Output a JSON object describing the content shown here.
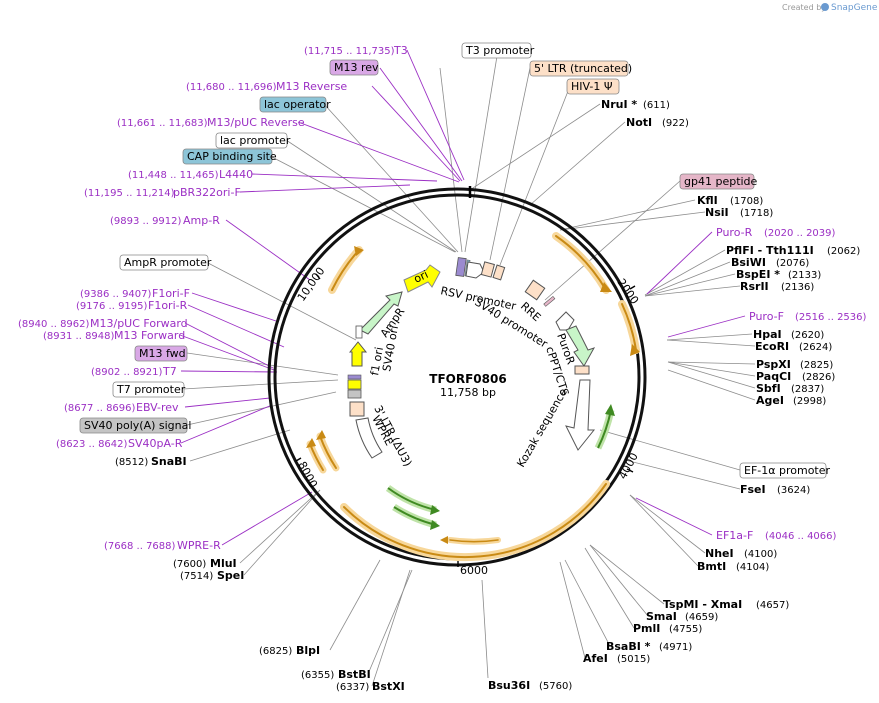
{
  "credit": {
    "created_by": "Created by",
    "brand": "SnapGene"
  },
  "map": {
    "name": "TFORF0806",
    "size": "11,758 bp"
  },
  "ticks": [
    "2000",
    "4000",
    "6000",
    "8000",
    "10,000"
  ],
  "enzymes": [
    {
      "name": "NruI *",
      "pos": "(611)"
    },
    {
      "name": "NotI",
      "pos": "(922)"
    },
    {
      "name": "KflI",
      "pos": "(1708)"
    },
    {
      "name": "NsiI",
      "pos": "(1718)"
    },
    {
      "name": "PflFI  - Tth111I",
      "pos": "(2062)"
    },
    {
      "name": "BsiWI",
      "pos": "(2076)"
    },
    {
      "name": "BspEI *",
      "pos": "(2133)"
    },
    {
      "name": "RsrII",
      "pos": "(2136)"
    },
    {
      "name": "HpaI",
      "pos": "(2620)"
    },
    {
      "name": "EcoRI",
      "pos": "(2624)"
    },
    {
      "name": "PspXI",
      "pos": "(2825)"
    },
    {
      "name": "PaqCI",
      "pos": "(2826)"
    },
    {
      "name": "SbfI",
      "pos": "(2837)"
    },
    {
      "name": "AgeI",
      "pos": "(2998)"
    },
    {
      "name": "FseI",
      "pos": "(3624)"
    },
    {
      "name": "NheI",
      "pos": "(4100)"
    },
    {
      "name": "BmtI",
      "pos": "(4104)"
    },
    {
      "name": "TspMI  - XmaI",
      "pos": "(4657)"
    },
    {
      "name": "SmaI",
      "pos": "(4659)"
    },
    {
      "name": "PmlI",
      "pos": "(4755)"
    },
    {
      "name": "BsaBI *",
      "pos": "(4971)"
    },
    {
      "name": "AfeI",
      "pos": "(5015)"
    },
    {
      "name": "Bsu36I",
      "pos": "(5760)"
    },
    {
      "name": "BstXI",
      "pos": "(6337)"
    },
    {
      "name": "BstBI",
      "pos": "(6355)"
    },
    {
      "name": "BlpI",
      "pos": "(6825)"
    },
    {
      "name": "SpeI",
      "pos": "(7514)"
    },
    {
      "name": "MluI",
      "pos": "(7600)"
    },
    {
      "name": "SnaBI",
      "pos": "(8512)"
    }
  ],
  "primers": [
    {
      "name": "T3",
      "range": "(11,715 .. 11,735)"
    },
    {
      "name": "M13 Reverse",
      "range": "(11,680 .. 11,696)"
    },
    {
      "name": "M13/pUC Reverse",
      "range": "(11,661 .. 11,683)"
    },
    {
      "name": "L4440",
      "range": "(11,448 .. 11,465)"
    },
    {
      "name": "pBR322ori-F",
      "range": "(11,195 .. 11,214)"
    },
    {
      "name": "Amp-R",
      "range": "(9893 .. 9912)"
    },
    {
      "name": "F1ori-F",
      "range": "(9386 .. 9407)"
    },
    {
      "name": "F1ori-R",
      "range": "(9176 .. 9195)"
    },
    {
      "name": "M13/pUC Forward",
      "range": "(8940 .. 8962)"
    },
    {
      "name": "M13 Forward",
      "range": "(8931 .. 8948)"
    },
    {
      "name": "T7",
      "range": "(8902 .. 8921)"
    },
    {
      "name": "EBV-rev",
      "range": "(8677 .. 8696)"
    },
    {
      "name": "SV40pA-R",
      "range": "(8623 .. 8642)"
    },
    {
      "name": "WPRE-R",
      "range": "(7668 .. 7688)"
    },
    {
      "name": "Puro-R",
      "range": "(2020 .. 2039)"
    },
    {
      "name": "Puro-F",
      "range": "(2516 .. 2536)"
    },
    {
      "name": "EF1a-F",
      "range": "(4046 .. 4066)"
    }
  ],
  "boxes": [
    {
      "label": "M13 rev",
      "fill": "#d9a8e6"
    },
    {
      "label": "T3 promoter",
      "fill": "#ffffff"
    },
    {
      "label": "5' LTR (truncated)",
      "fill": "#fde0c8"
    },
    {
      "label": "HIV-1 Ψ",
      "fill": "#fde0c8"
    },
    {
      "label": "lac operator",
      "fill": "#8dc5d8"
    },
    {
      "label": "lac promoter",
      "fill": "#ffffff"
    },
    {
      "label": "CAP binding site",
      "fill": "#8dc5d8"
    },
    {
      "label": "gp41 peptide",
      "fill": "#e5b6c8"
    },
    {
      "label": "AmpR promoter",
      "fill": "#ffffff"
    },
    {
      "label": "M13 fwd",
      "fill": "#d9a8e6"
    },
    {
      "label": "T7 promoter",
      "fill": "#ffffff"
    },
    {
      "label": "SV40 poly(A) signal",
      "fill": "#c4c4c4"
    },
    {
      "label": "EF-1α promoter",
      "fill": "#ffffff"
    }
  ],
  "inner_labels": [
    "ori",
    "RSV promoter",
    "RRE",
    "SV40 promoter",
    "PuroR",
    "cPPT/CTS",
    "Kozak sequence",
    "AmpR",
    "f1 ori",
    "SV40 ori",
    "3' LTR (ΔU3)",
    "WPRE"
  ],
  "colors": {
    "primer": "#9b2fc4",
    "cds_orange": "#f0a830",
    "cds_green": "#5aa83a",
    "ampr": "#c8f5c8",
    "ori": "#ffff00",
    "ltr": "#fde0c8"
  }
}
